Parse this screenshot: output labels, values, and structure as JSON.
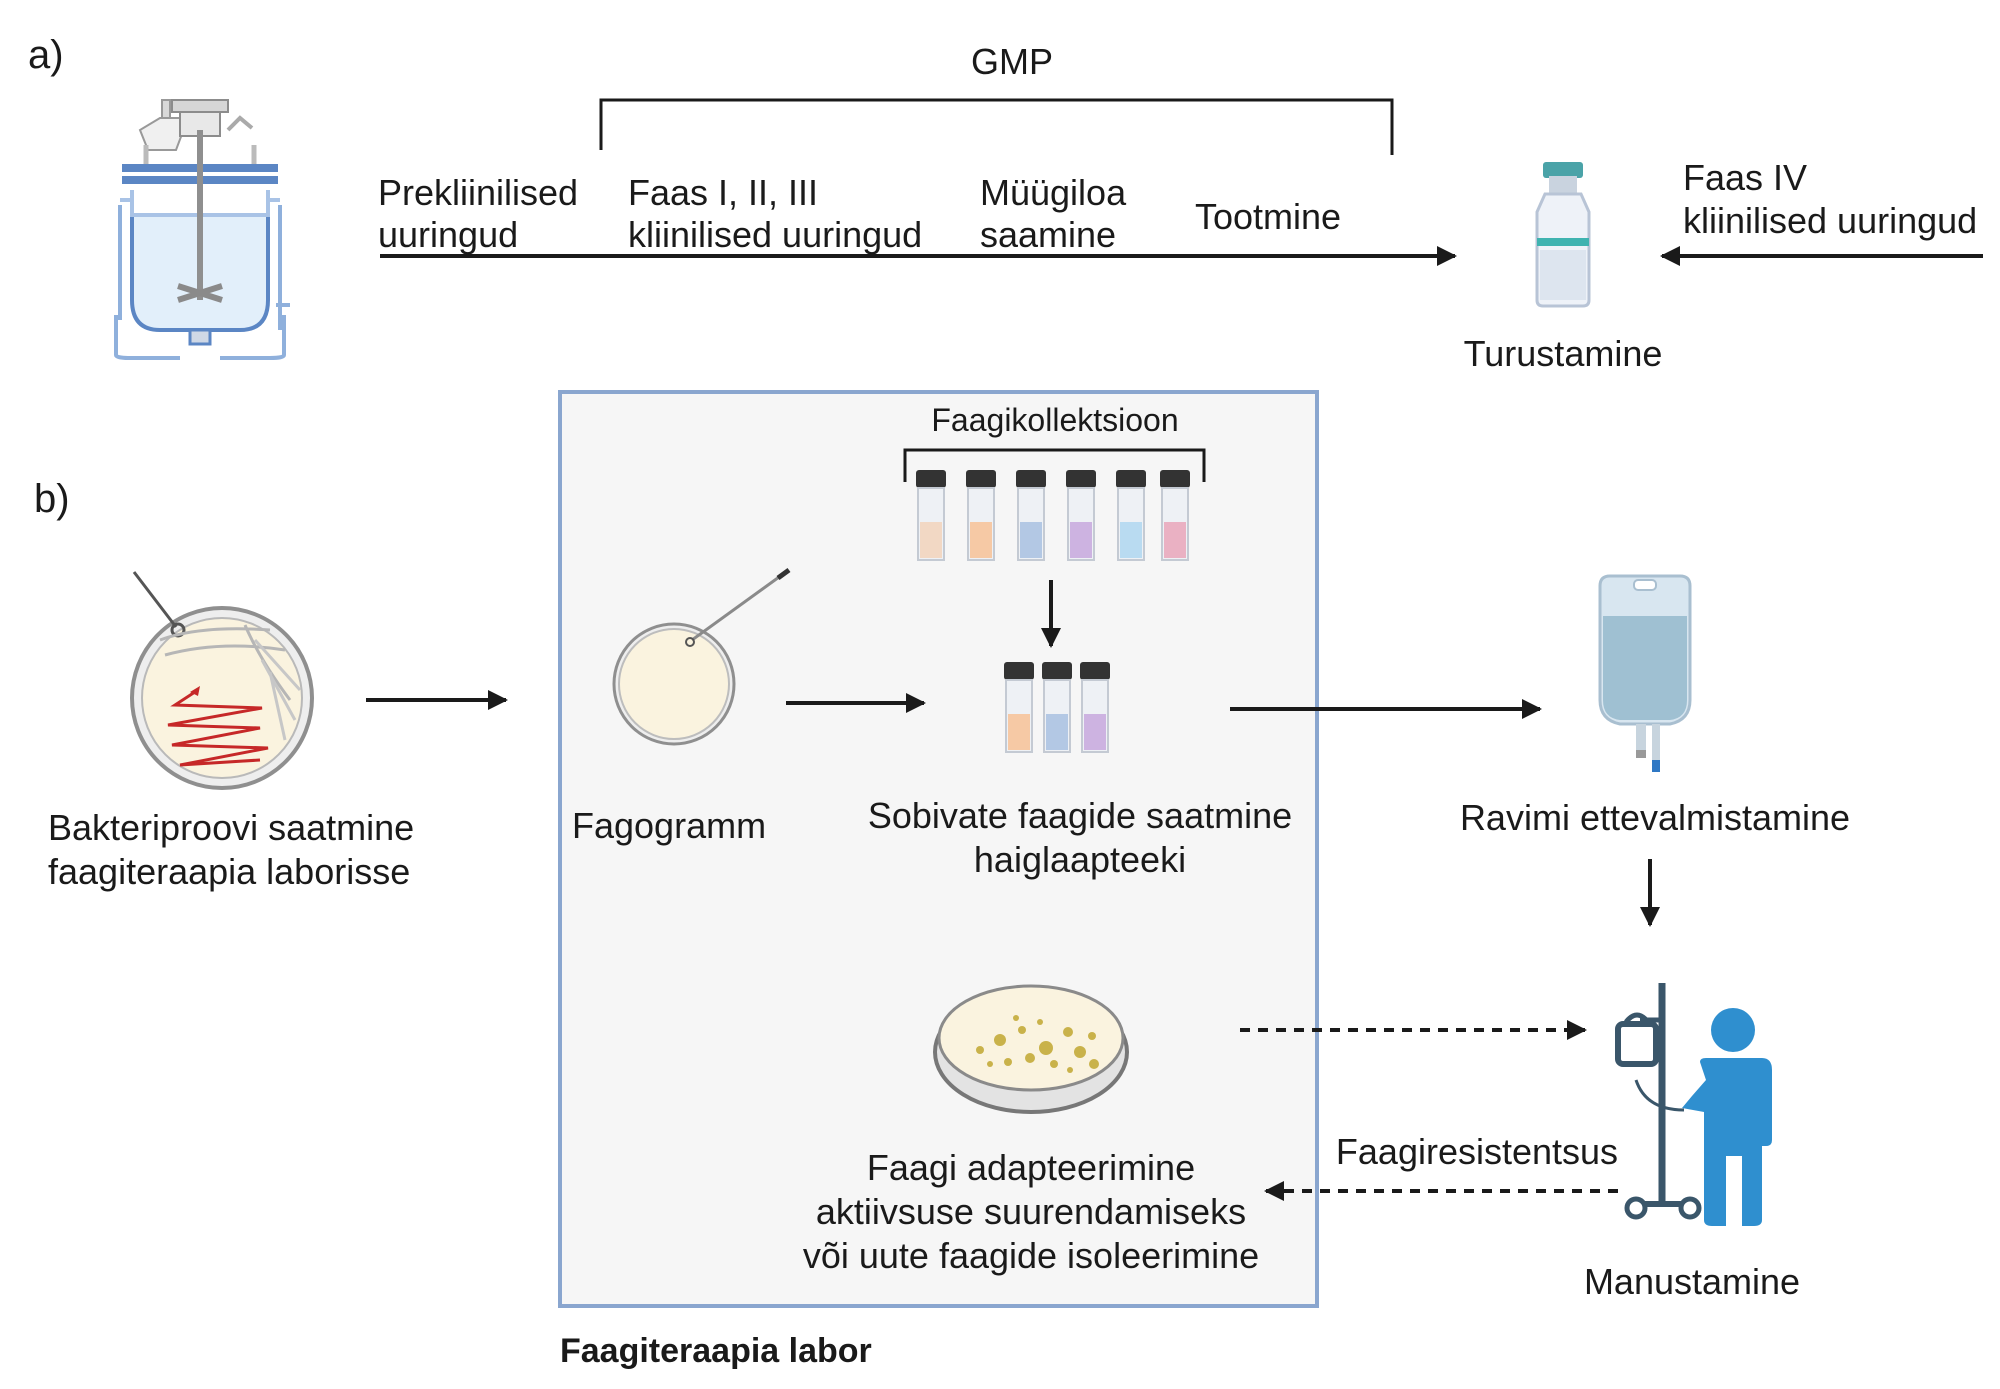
{
  "panel_a": {
    "label": "a)",
    "gmp": "GMP",
    "stage1": [
      "Prekliinilised",
      "uuringud"
    ],
    "stage2": [
      "Faas I, II, III",
      "kliinilised uuringud"
    ],
    "stage3": [
      "Müügiloa",
      "saamine"
    ],
    "stage4": "Tootmine",
    "phase4": [
      "Faas IV",
      "kliinilised uuringud"
    ],
    "market": "Turustamine"
  },
  "panel_b": {
    "label": "b)",
    "sample": [
      "Bakteriproovi saatmine",
      "faagiteraapia laborisse"
    ],
    "collection": "Faagikollektsioon",
    "phagogram": "Fagogramm",
    "sending": [
      "Sobivate faagide  saatmine",
      "haiglaapteeki"
    ],
    "preparation": "Ravimi ettevalmistamine",
    "adaptation": [
      "Faagi adapteerimine",
      "aktiivsuse suurendamiseks",
      "või uute faagide isoleerimine"
    ],
    "resistance": "Faagiresistentsus",
    "administration": "Manustamine",
    "lab_title": "Faagiteraapia labor"
  },
  "colors": {
    "arrow": "#1a1a1a",
    "lab_border": "#8aa6cf",
    "lab_fill": "#f6f6f6",
    "reactor_blue": "#5b86c4",
    "reactor_fill": "#e2effa",
    "patient_blue": "#2f8fcf",
    "iv_bag": "#b5d3e3",
    "streak_red": "#c62828",
    "plate_fill": "#faf3df",
    "colony": "#c9b24a"
  },
  "icons": [
    "bioreactor-icon",
    "vaccine-vial-icon",
    "petri-dish-streak-icon",
    "phage-vial-icon",
    "petri-dish-plaque-icon",
    "iv-bag-icon",
    "patient-iv-icon"
  ]
}
